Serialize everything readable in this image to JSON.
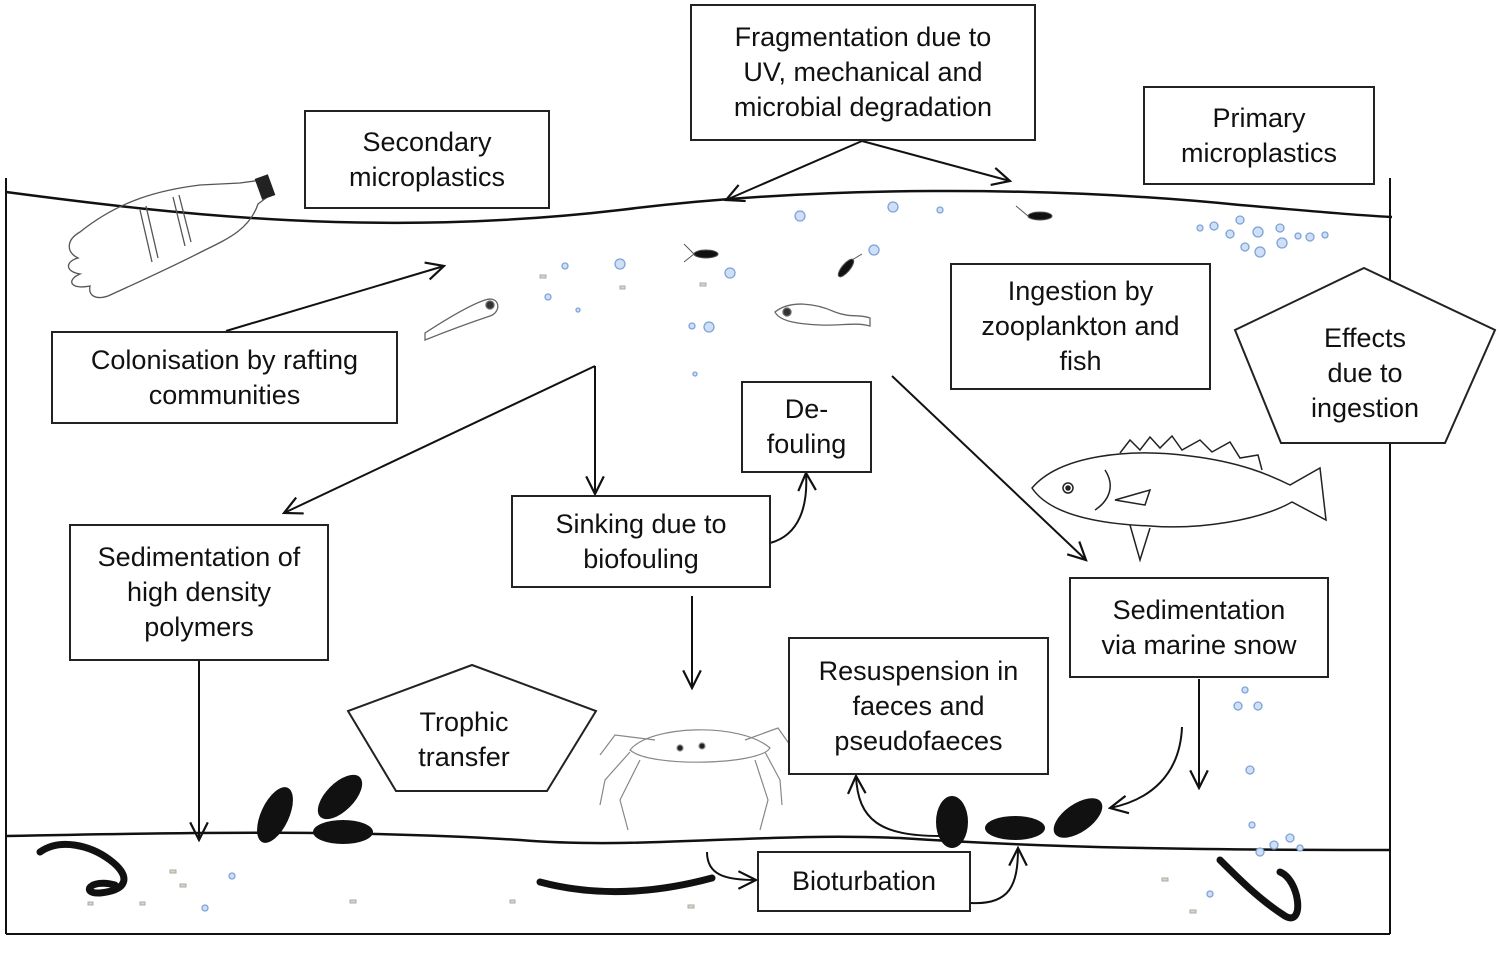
{
  "diagram": {
    "boxes": {
      "fragmentation": "Fragmentation due to\nUV, mechanical and\nmicrobial degradation",
      "secondary": "Secondary\nmicroplastics",
      "primary": "Primary\nmicroplastics",
      "colonisation": "Colonisation by rafting\ncommunities",
      "ingestion": "Ingestion by\nzooplankton and\nfish",
      "defouling": "De-\nfouling",
      "sedimentation_high": "Sedimentation of\nhigh density\npolymers",
      "sinking": "Sinking due to\nbiofouling",
      "sedimentation_snow": "Sedimentation\nvia marine snow",
      "resuspension": "Resuspension in\nfaeces and\npseudofaeces",
      "bioturbation": "Bioturbation"
    },
    "pentagons": {
      "effects": "Effects\ndue to\ningestion",
      "trophic": "Trophic\ntransfer"
    },
    "icons": [
      "plastic-bottle-icon",
      "fish-larva-icon",
      "copepod-icon",
      "perch-fish-icon",
      "crab-icon",
      "mussel-icon",
      "worm-icon",
      "microplastic-particle-icon"
    ],
    "colors": {
      "line": "#111111",
      "particle": "#8fb0e0",
      "organism": "#111111"
    }
  }
}
